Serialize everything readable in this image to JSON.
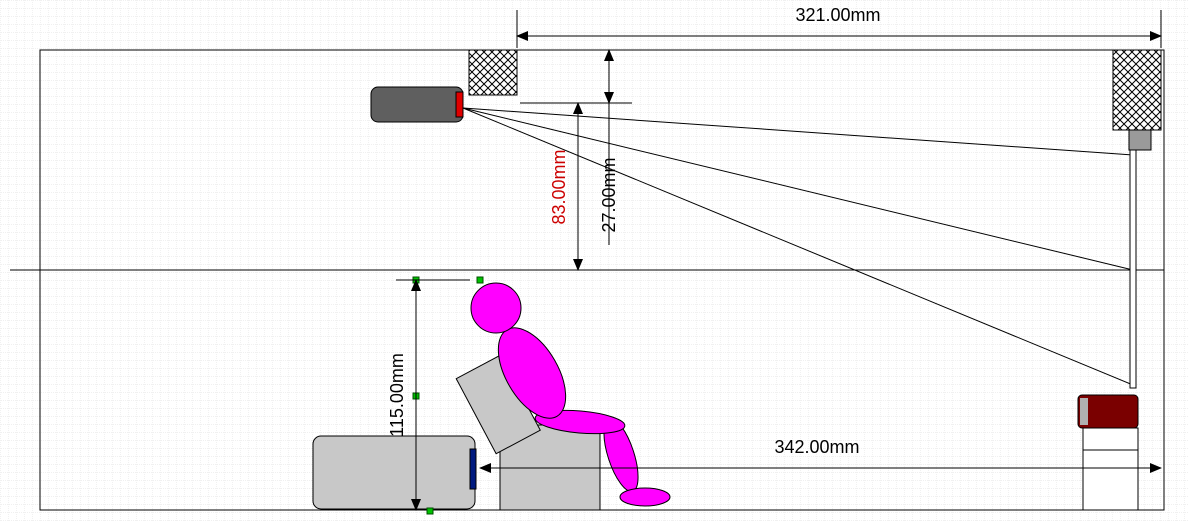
{
  "dimensions": {
    "width_label": "321.00mm",
    "floor_distance_label": "342.00mm",
    "beam_height_label": "83.00mm",
    "offset_label": "27.00mm",
    "person_height_label": "115.00mm"
  },
  "colors": {
    "grid": "#d7d7d7",
    "person": "#ff00ff",
    "highlight_text": "#cc0000",
    "projector_body": "#5f5f5f",
    "projector_lens": "#e00000",
    "speaker": "#7a0000",
    "furniture": "#c8c8c8",
    "handle": "#00b000",
    "remote_strip": "#001a80"
  },
  "icons": [
    "projector-icon",
    "screen-icon",
    "speaker-icon",
    "chair-icon",
    "person-icon"
  ]
}
